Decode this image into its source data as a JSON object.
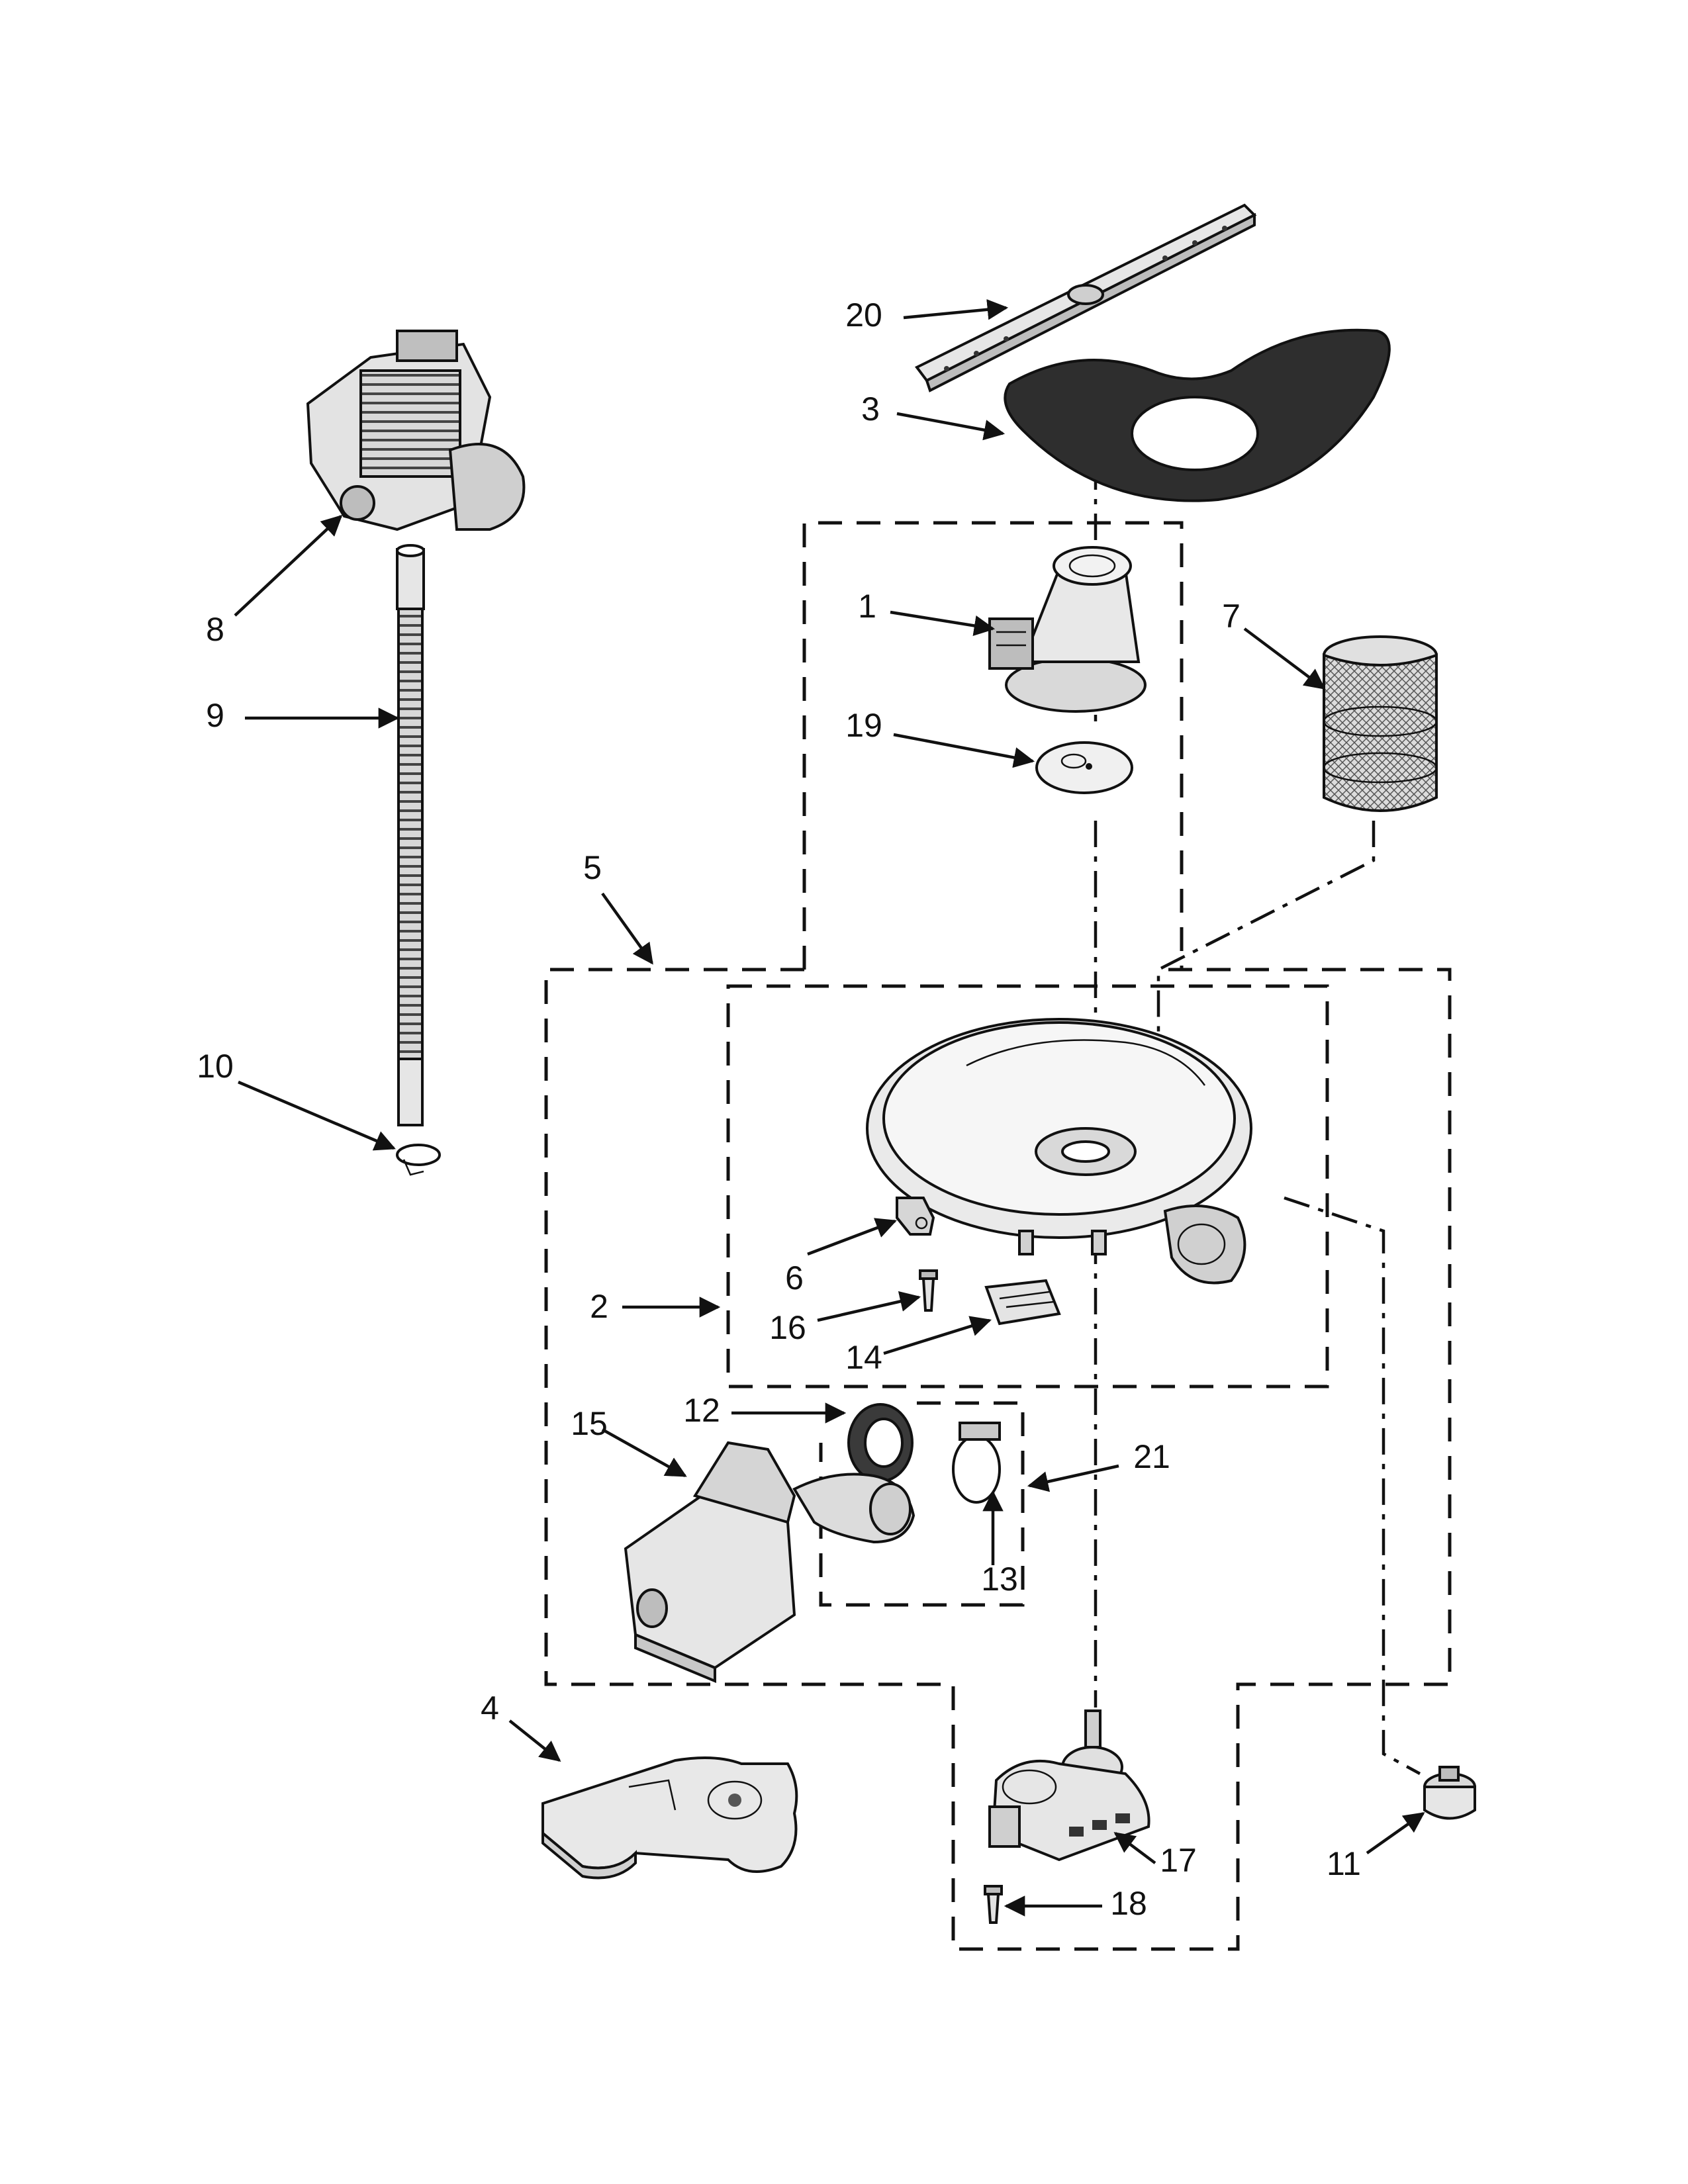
{
  "callouts": {
    "c1": "1",
    "c2": "2",
    "c3": "3",
    "c4": "4",
    "c5": "5",
    "c6": "6",
    "c7": "7",
    "c8": "8",
    "c9": "9",
    "c10": "10",
    "c11": "11",
    "c12": "12",
    "c13": "13",
    "c14": "14",
    "c15": "15",
    "c16": "16",
    "c17": "17",
    "c18": "18",
    "c19": "19",
    "c20": "20",
    "c21": "21"
  },
  "colors": {
    "ink": "#111111",
    "part_fill": "#e6e6e6",
    "part_dark": "#3c3c3c",
    "background": "#ffffff"
  }
}
